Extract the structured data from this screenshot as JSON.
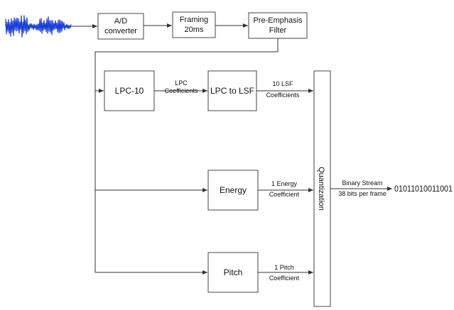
{
  "blocks": {
    "ad": [
      "A/D",
      "converter"
    ],
    "framing": [
      "Framing",
      "20ms"
    ],
    "preemph": [
      "Pre-Emphasis",
      "Filter"
    ],
    "lpc10": "LPC-10",
    "lpc2lsf": "LPC to LSF",
    "energy": "Energy",
    "pitch": "Pitch",
    "quant": "Quantization"
  },
  "labels": {
    "lpc_coeff": [
      "LPC",
      "Coefficients"
    ],
    "lsf": [
      "10 LSF",
      "Coefficients"
    ],
    "energy_coeff": [
      "1 Energy",
      "Coefficient"
    ],
    "pitch_coeff": [
      "1 Pitch",
      "Coefficient"
    ],
    "stream": [
      "Binary Stream",
      "38 bits per frame"
    ],
    "bits": "01011010011001"
  },
  "colors": {
    "waveform": "#1a3fd9",
    "line": "#333333"
  },
  "icons": {
    "input": "audio-waveform-icon"
  }
}
